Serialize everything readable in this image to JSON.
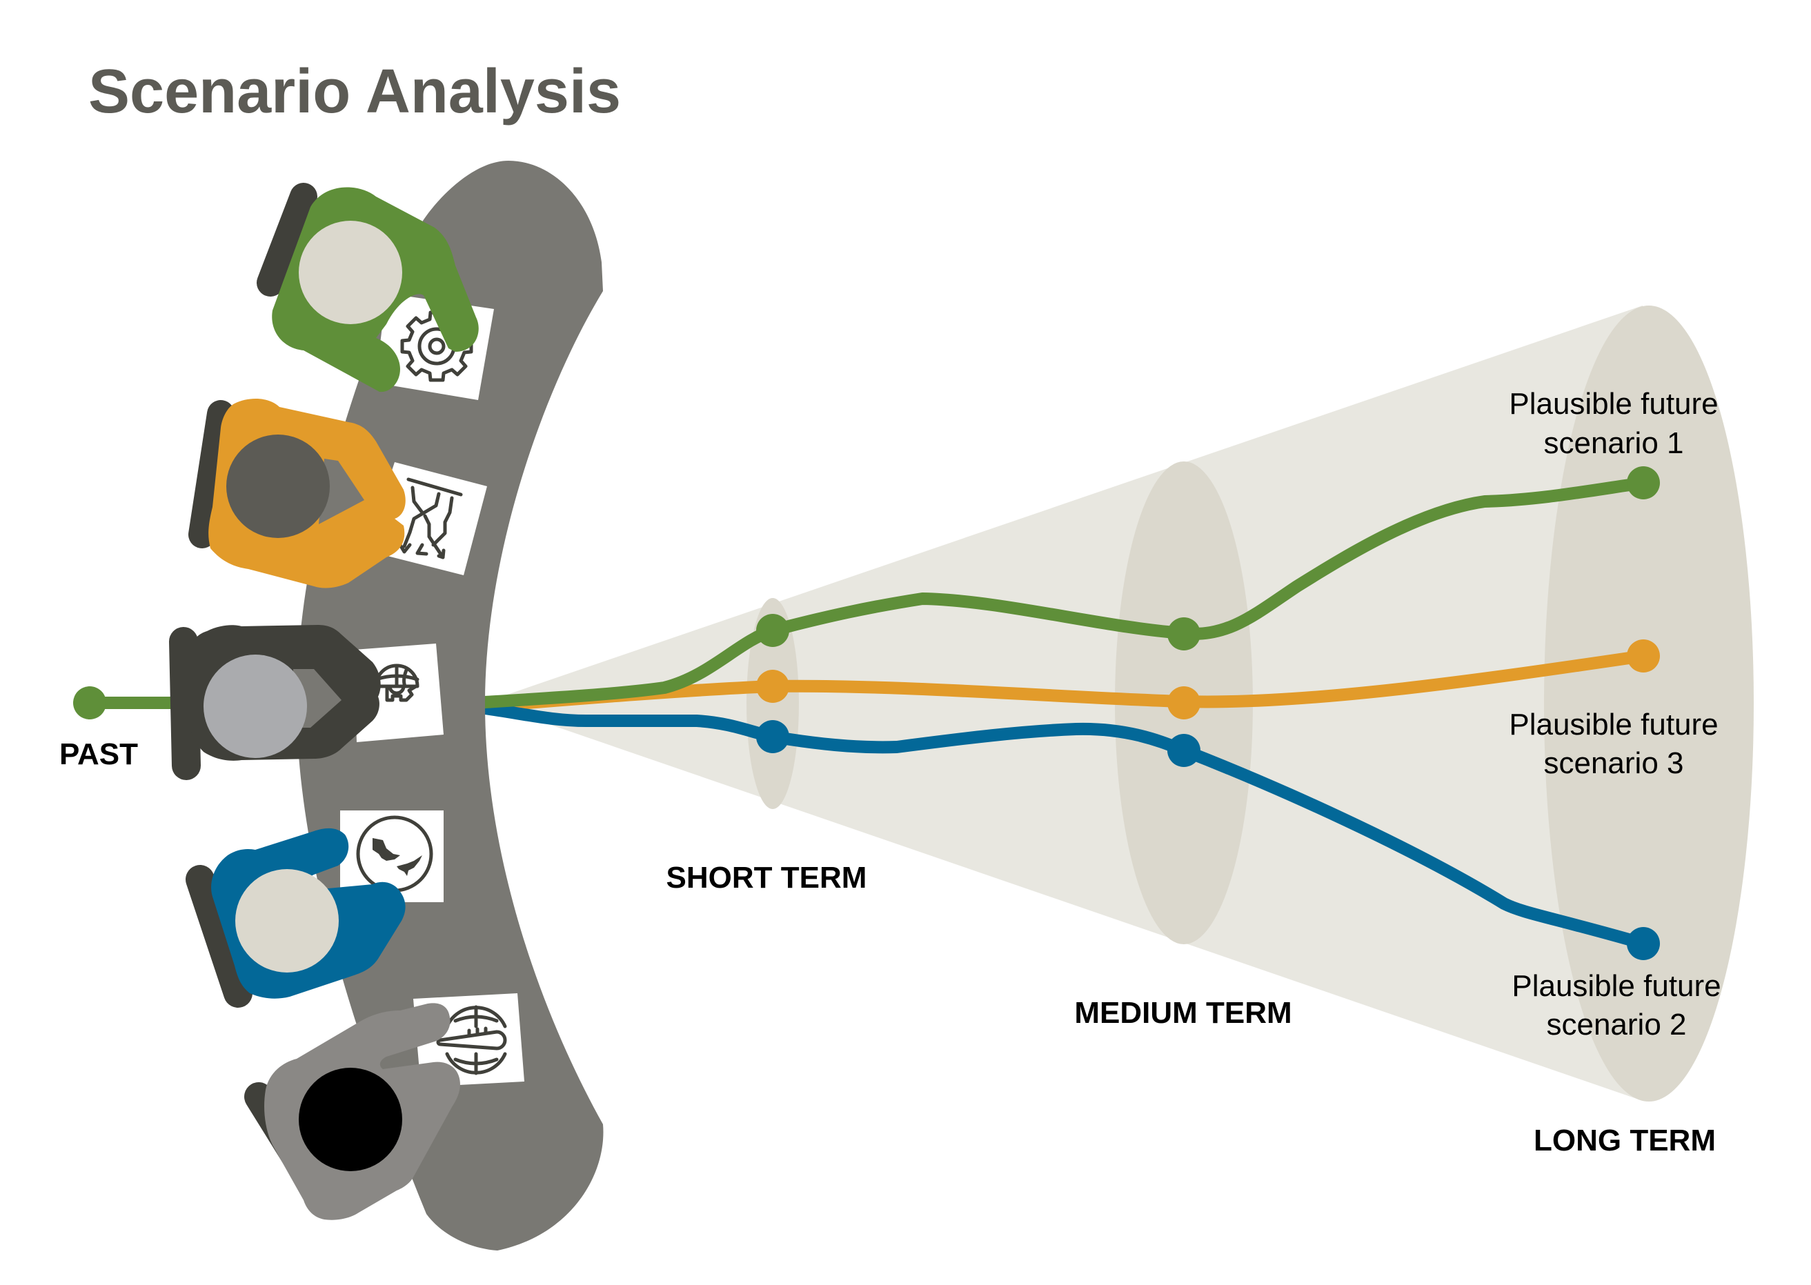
{
  "title": "Scenario Analysis",
  "colors": {
    "title": "#5c5b55",
    "table": "#797873",
    "cone": "#e8e7e0",
    "disc": "#dbd8cd",
    "paper": "#ffffff",
    "icon": "#40403a",
    "chair": "#40403a",
    "green": "#5f8f39",
    "orange": "#e29b2a",
    "blue": "#036898",
    "gray_body": "#8a8885",
    "dark_body": "#40403a"
  },
  "labels": {
    "past": "PAST",
    "short_term": "SHORT TERM",
    "medium_term": "MEDIUM TERM",
    "long_term": "LONG TERM"
  },
  "scenarios": [
    {
      "id": 1,
      "line1": "Plausible future",
      "line2": "scenario 1",
      "color_key": "green"
    },
    {
      "id": 2,
      "line1": "Plausible future",
      "line2": "scenario 2",
      "color_key": "blue"
    },
    {
      "id": 3,
      "line1": "Plausible future",
      "line2": "scenario 3",
      "color_key": "orange"
    }
  ],
  "participants": [
    {
      "body_color_key": "green",
      "head": "#dbd8cd",
      "icon": "gear-icon"
    },
    {
      "body_color_key": "orange",
      "head": "#5c5b55",
      "icon": "branching-paths-icon"
    },
    {
      "body_color_key": "dark_body",
      "head": "#aaabae",
      "icon": "globe-gear-icon"
    },
    {
      "body_color_key": "blue",
      "head": "#dbd8cd",
      "icon": "map-globe-icon"
    },
    {
      "body_color_key": "gray_body",
      "head": "#000000",
      "icon": "globe-thermometer-icon"
    }
  ]
}
